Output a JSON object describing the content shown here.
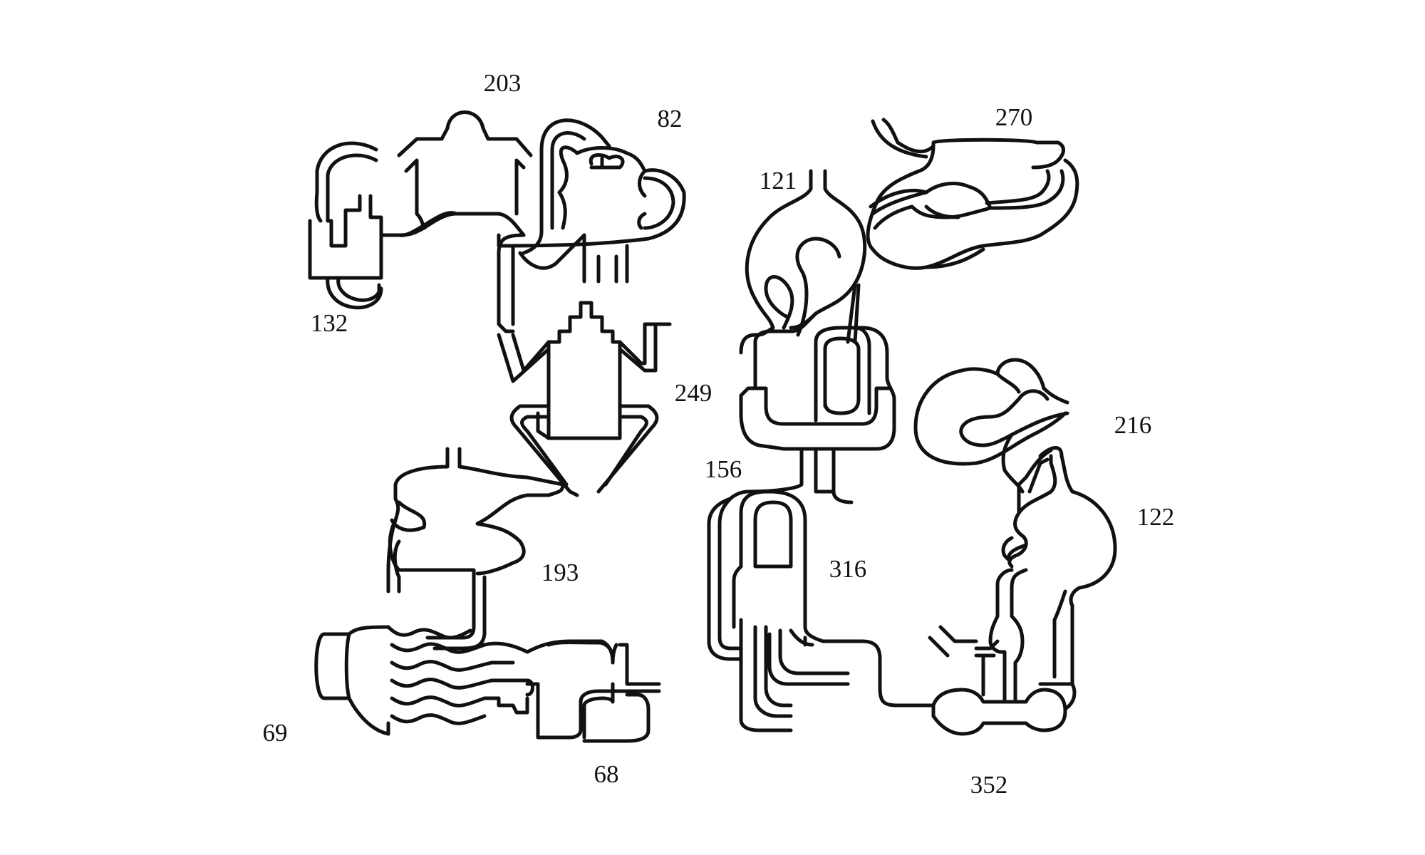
{
  "diagram": {
    "stroke_color": "#111111",
    "background": "#ffffff",
    "labels": {
      "n203": "203",
      "n82": "82",
      "n132": "132",
      "n249": "249",
      "n193": "193",
      "n69": "69",
      "n68": "68",
      "n270": "270",
      "n121": "121",
      "n216": "216",
      "n156": "156",
      "n122": "122",
      "n316": "316",
      "n352": "352"
    }
  }
}
